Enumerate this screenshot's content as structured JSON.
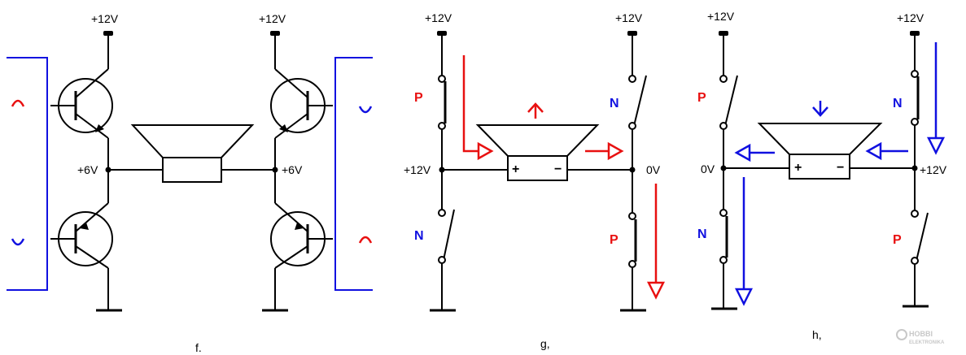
{
  "colors": {
    "wire": "#000000",
    "red": "#e81010",
    "blue": "#1010e0",
    "watermark": "#c8c8c8"
  },
  "panel_f": {
    "supply_left": "+12V",
    "supply_right": "+12V",
    "mid_left": "+6V",
    "mid_right": "+6V",
    "caption": "f."
  },
  "panel_g": {
    "supply_left": "+12V",
    "supply_right": "+12V",
    "node_left": "+12V",
    "node_right": "0V",
    "switch_tl": "P",
    "switch_bl": "N",
    "switch_tr": "N",
    "switch_br": "P",
    "plus": "+",
    "minus": "−",
    "caption": "g,"
  },
  "panel_h": {
    "supply_left": "+12V",
    "supply_right": "+12V",
    "node_left": "0V",
    "node_right": "+12V",
    "switch_tl": "P",
    "switch_bl": "N",
    "switch_tr": "N",
    "switch_br": "P",
    "plus": "+",
    "minus": "−",
    "caption": "h,"
  },
  "watermark": {
    "text": "HOBBI",
    "subtext": "ELEKTRONIKA"
  }
}
